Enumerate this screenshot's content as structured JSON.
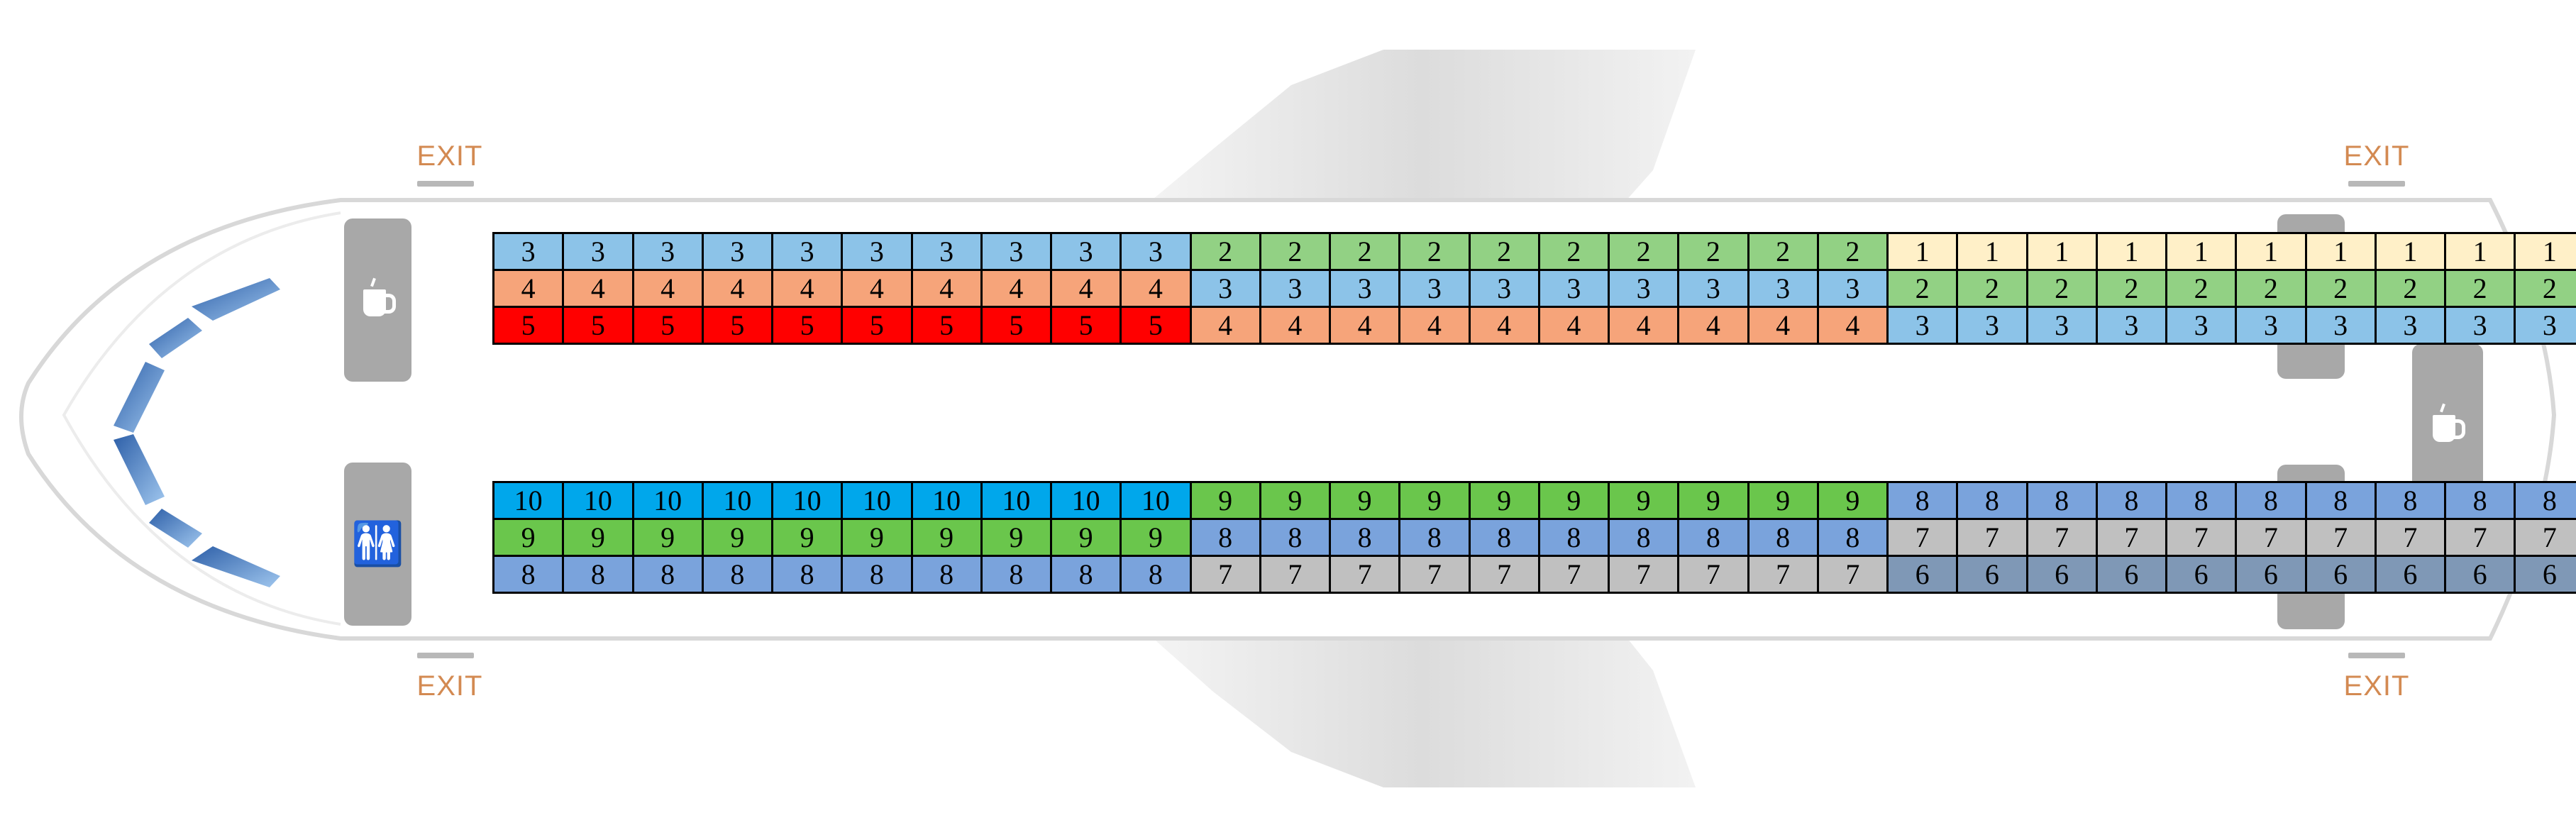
{
  "exit_label": "EXIT",
  "colors": {
    "1": "#fff0c8",
    "2": "#92d184",
    "3": "#8cc3e8",
    "4": "#f6a47a",
    "5": "#ff0000",
    "6": "#7f98b6",
    "7": "#c0c0c0",
    "8": "#7aa3dc",
    "9": "#6ac64c",
    "10": "#00a7eb"
  },
  "icons": {
    "coffee": "coffee-cup-icon",
    "lavatory": "lavatory-icon",
    "window": "cockpit-window-icon"
  },
  "upper_rows": [
    [
      [
        "3",
        "3",
        "3",
        "3",
        "3",
        "3",
        "3",
        "3",
        "3",
        "3"
      ],
      [
        "2",
        "2",
        "2",
        "2",
        "2",
        "2",
        "2",
        "2",
        "2",
        "2"
      ],
      [
        "1",
        "1",
        "1",
        "1",
        "1",
        "1",
        "1",
        "1",
        "1",
        "1"
      ]
    ],
    [
      [
        "4",
        "4",
        "4",
        "4",
        "4",
        "4",
        "4",
        "4",
        "4",
        "4"
      ],
      [
        "3",
        "3",
        "3",
        "3",
        "3",
        "3",
        "3",
        "3",
        "3",
        "3"
      ],
      [
        "2",
        "2",
        "2",
        "2",
        "2",
        "2",
        "2",
        "2",
        "2",
        "2"
      ]
    ],
    [
      [
        "5",
        "5",
        "5",
        "5",
        "5",
        "5",
        "5",
        "5",
        "5",
        "5"
      ],
      [
        "4",
        "4",
        "4",
        "4",
        "4",
        "4",
        "4",
        "4",
        "4",
        "4"
      ],
      [
        "3",
        "3",
        "3",
        "3",
        "3",
        "3",
        "3",
        "3",
        "3",
        "3"
      ]
    ]
  ],
  "lower_rows": [
    [
      [
        "10",
        "10",
        "10",
        "10",
        "10",
        "10",
        "10",
        "10",
        "10",
        "10"
      ],
      [
        "9",
        "9",
        "9",
        "9",
        "9",
        "9",
        "9",
        "9",
        "9",
        "9"
      ],
      [
        "8",
        "8",
        "8",
        "8",
        "8",
        "8",
        "8",
        "8",
        "8",
        "8"
      ]
    ],
    [
      [
        "9",
        "9",
        "9",
        "9",
        "9",
        "9",
        "9",
        "9",
        "9",
        "9"
      ],
      [
        "8",
        "8",
        "8",
        "8",
        "8",
        "8",
        "8",
        "8",
        "8",
        "8"
      ],
      [
        "7",
        "7",
        "7",
        "7",
        "7",
        "7",
        "7",
        "7",
        "7",
        "7"
      ]
    ],
    [
      [
        "8",
        "8",
        "8",
        "8",
        "8",
        "8",
        "8",
        "8",
        "8",
        "8"
      ],
      [
        "7",
        "7",
        "7",
        "7",
        "7",
        "7",
        "7",
        "7",
        "7",
        "7"
      ],
      [
        "6",
        "6",
        "6",
        "6",
        "6",
        "6",
        "6",
        "6",
        "6",
        "6"
      ]
    ]
  ]
}
